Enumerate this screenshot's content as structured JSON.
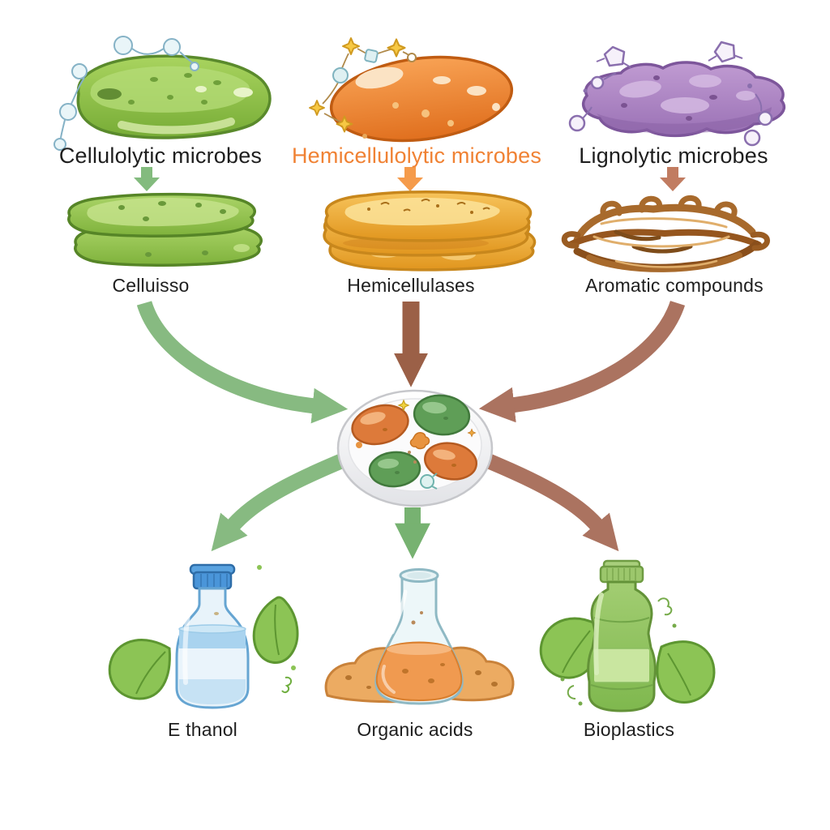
{
  "diagram": {
    "background": "#ffffff",
    "columns": [
      {
        "id": "cellulolytic",
        "microbe_label": "Cellulolytic microbes",
        "microbe_label_color": "#1e1e1e",
        "substrate_label": "Celluisso",
        "product_label": "E thanol",
        "small_arrow_color": "#83bb7e",
        "microbe_illustration": "green-microbe-colony-icon",
        "substrate_illustration": "green-cellulose-slabs-icon",
        "product_illustration": "blue-water-bottle-with-leaves-icon"
      },
      {
        "id": "hemicellulolytic",
        "microbe_label": "Hemicellulolytic microbes",
        "microbe_label_color": "#f08234",
        "substrate_label": "Hemicellulases",
        "product_label": "Organic acids",
        "small_arrow_color": "#f59b4b",
        "microbe_illustration": "orange-microbe-colony-icon",
        "substrate_illustration": "golden-hemicellulose-layers-icon",
        "product_illustration": "flask-with-orange-liquid-and-powder-icon"
      },
      {
        "id": "lignolytic",
        "microbe_label": "Lignolytic microbes",
        "microbe_label_color": "#1e1e1e",
        "substrate_label": "Aromatic compounds",
        "product_label": "Bioplastics",
        "small_arrow_color": "#c17c61",
        "microbe_illustration": "purple-microbe-colony-icon",
        "substrate_illustration": "brown-lignin-strand-nest-icon",
        "product_illustration": "green-bioplastic-bottle-with-leaves-icon"
      }
    ],
    "center_node": {
      "illustration": "microbial-consortium-plate-icon",
      "plate_color": "#f4f5f6",
      "orange_microbe_color": "#dd7a3a",
      "green_microbe_color": "#5f9e57"
    },
    "flow_arrows": {
      "converge": [
        {
          "from": "Celluisso",
          "to": "consortium-plate",
          "color": "#87ba81"
        },
        {
          "from": "Hemicellulases",
          "to": "consortium-plate",
          "color": "#9b6047"
        },
        {
          "from": "Aromatic compounds",
          "to": "consortium-plate",
          "color": "#ab7360"
        }
      ],
      "diverge": [
        {
          "from": "consortium-plate",
          "to": "E thanol",
          "color": "#87ba81"
        },
        {
          "from": "consortium-plate",
          "to": "Organic acids",
          "color": "#77b271"
        },
        {
          "from": "consortium-plate",
          "to": "Bioplastics",
          "color": "#ab7360"
        }
      ]
    }
  }
}
